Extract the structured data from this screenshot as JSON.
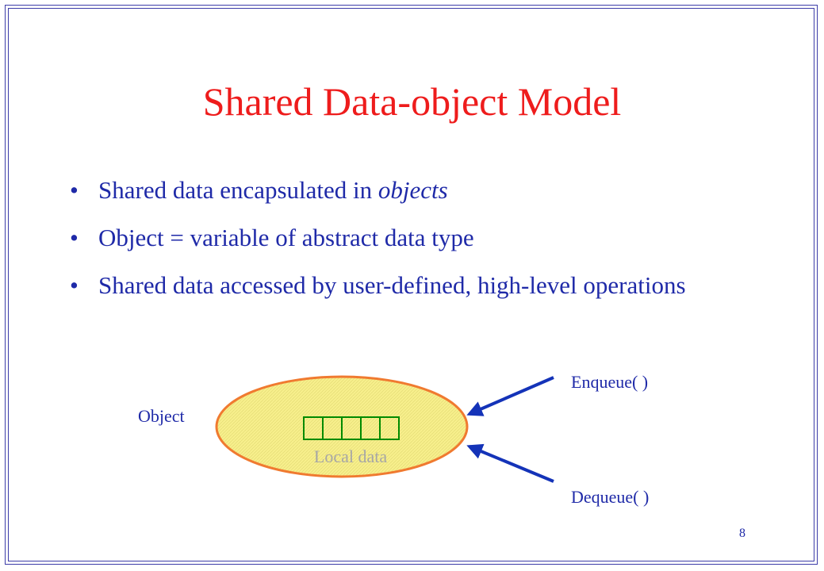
{
  "slide": {
    "title": "Shared Data-object Model",
    "page_number": "8"
  },
  "bullets": [
    {
      "text": "Shared data encapsulated in ",
      "emphasis": "objects"
    },
    {
      "text": "Object = variable of abstract data type",
      "emphasis": ""
    },
    {
      "text": "Shared data accessed by user-defined, high-level operations",
      "emphasis": ""
    }
  ],
  "diagram": {
    "object_label": "Object",
    "local_data_label": "Local data",
    "enqueue_label": "Enqueue( )",
    "dequeue_label": "Dequeue( )",
    "queue_cells": 5,
    "colors": {
      "ellipse_fill": "#f7ef8c",
      "ellipse_stroke": "#f07a30",
      "queue_stroke": "#008a00",
      "arrow": "#1433b8",
      "text": "#1f2aa8",
      "local_data_text": "#a6a6a6"
    }
  }
}
